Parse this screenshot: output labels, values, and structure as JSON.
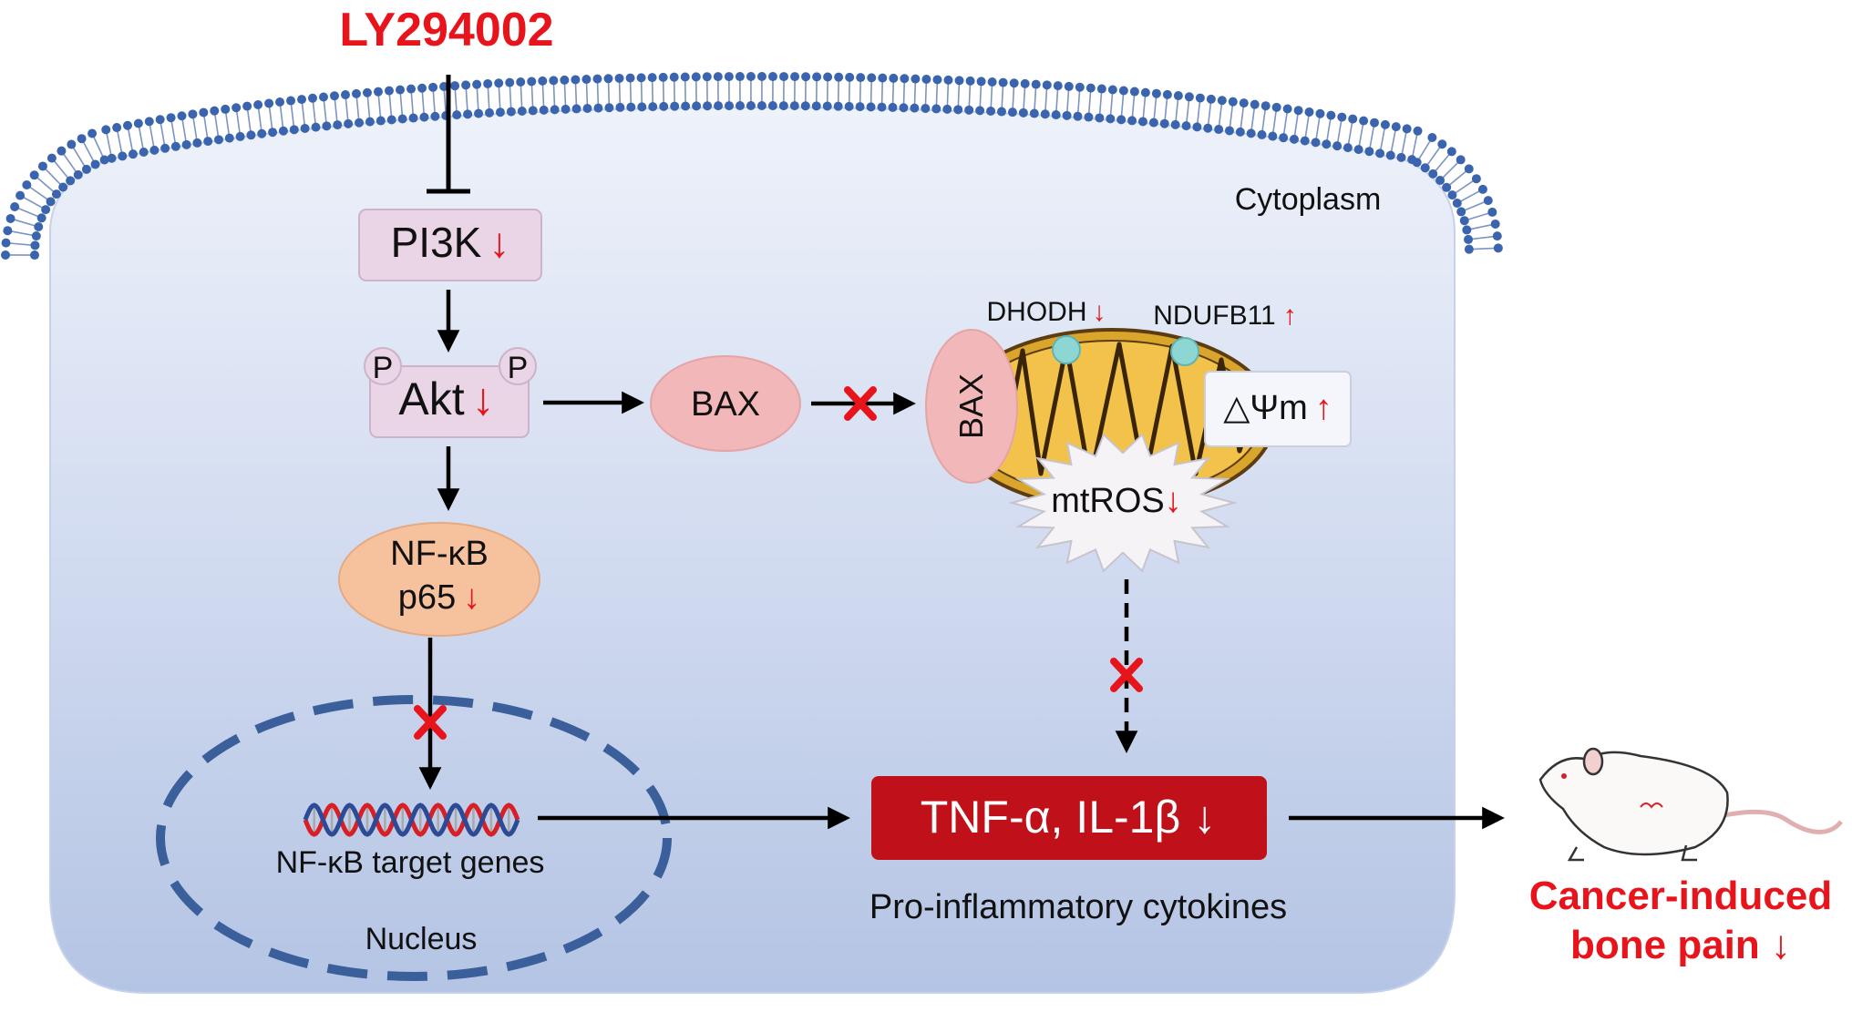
{
  "inhibitor": "LY294002",
  "compartments": {
    "cytoplasm": "Cytoplasm",
    "nucleus": "Nucleus"
  },
  "nodes": {
    "pi3k": {
      "label": "PI3K",
      "change": "↓"
    },
    "akt": {
      "label": "Akt",
      "change": "↓",
      "phospho": "P"
    },
    "bax": {
      "label": "BAX"
    },
    "bax_mito": {
      "label": "BAX"
    },
    "nfkb": {
      "line1": "NF-κB",
      "line2": "p65",
      "change": "↓"
    },
    "dhodh": {
      "label": "DHODH",
      "change": "↓"
    },
    "ndufb11": {
      "label": "NDUFB11",
      "change": "↑"
    },
    "membrane_potential": {
      "label": "△Ψm",
      "change": "↑"
    },
    "mtros": {
      "label": "mtROS",
      "change": "↓"
    },
    "target_genes": {
      "label": "NF-κB target genes"
    },
    "cytokines": {
      "label": "TNF-α, IL-1β",
      "change": "↓",
      "caption": "Pro-inflammatory cytokines"
    }
  },
  "outcome": {
    "line1": "Cancer-induced",
    "line2": "bone pain ↓"
  },
  "colors": {
    "accent_red": "#e8141b",
    "cytokine_box": "#c0101a",
    "membrane": "#3a64ae",
    "nucleus_border": "#3b5f9a",
    "cell_top": "#eef2fa",
    "cell_bottom": "#b4c4e4",
    "pink_box": "#ead5e6",
    "bax_fill": "#f2b7b9",
    "nfkb_fill": "#f6c29e",
    "mito_fill": "#d9a62b"
  }
}
